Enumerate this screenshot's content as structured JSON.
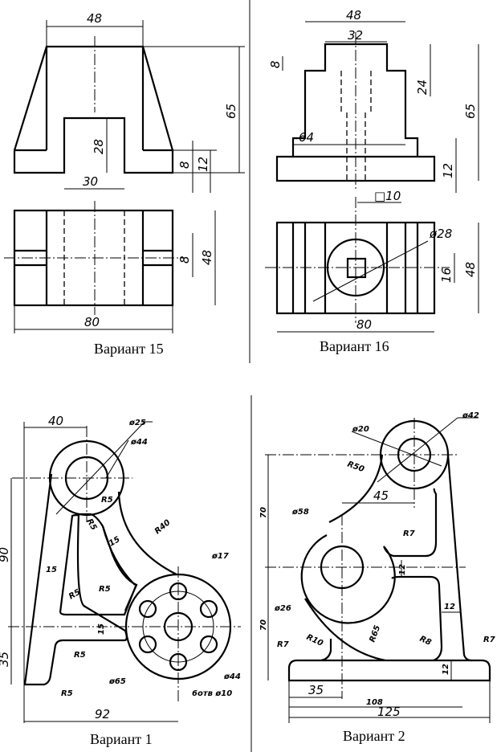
{
  "variant15": {
    "caption": "Вариант 15",
    "dims": [
      "48",
      "28",
      "30",
      "65",
      "8",
      "12",
      "8",
      "48",
      "80"
    ]
  },
  "variant16": {
    "caption": "Вариант 16",
    "dims": [
      "48",
      "32",
      "8",
      "24",
      "65",
      "64",
      "12",
      "□10",
      "ø28",
      "16",
      "48",
      "80"
    ]
  },
  "variant1": {
    "caption": "Вариант 1",
    "dims": [
      "40",
      "ø25",
      "ø44",
      "R5",
      "R5",
      "90",
      "R40",
      "15",
      "15",
      "R5",
      "R5",
      "ø17",
      "15",
      "35",
      "R5",
      "R5",
      "ø65",
      "ø44",
      "6отв ø10",
      "92"
    ]
  },
  "variant2": {
    "caption": "Вариант 2",
    "dims": [
      "ø20",
      "ø42",
      "R50",
      "70",
      "ø58",
      "45",
      "R7",
      "12",
      "70",
      "ø26",
      "12",
      "R10",
      "R65",
      "R8",
      "R7",
      "R7",
      "12",
      "35",
      "108",
      "125"
    ]
  }
}
